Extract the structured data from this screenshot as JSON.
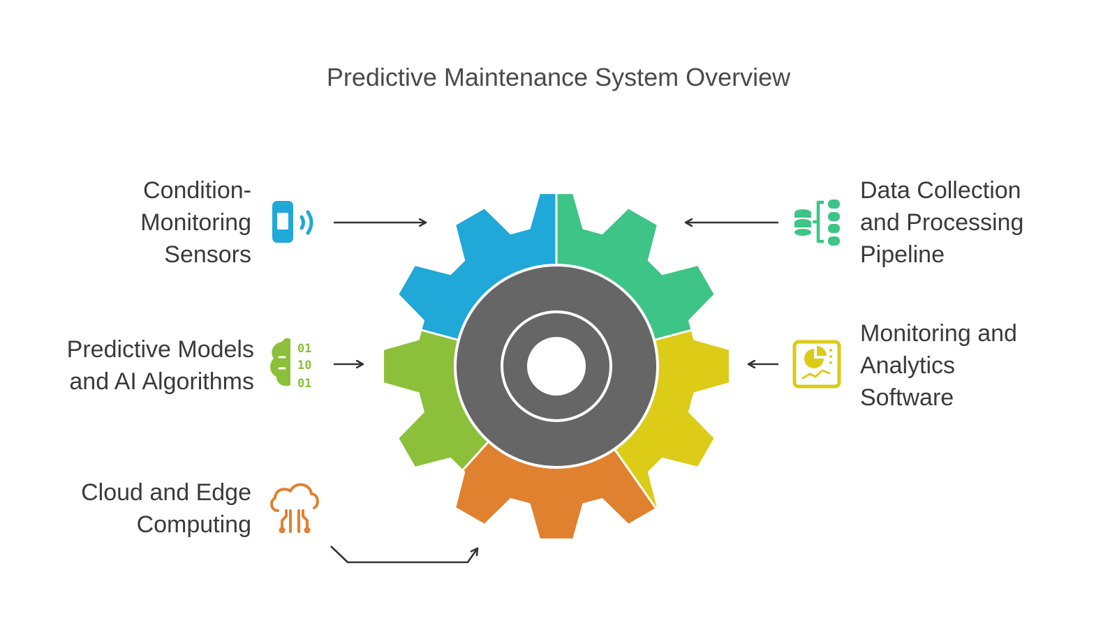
{
  "title": "Predictive Maintenance System Overview",
  "items": [
    {
      "id": "sensors",
      "lines": [
        "Condition-",
        "Monitoring",
        "Sensors"
      ],
      "color": "#1fa8d8",
      "icon": "smartwatch-signal-icon"
    },
    {
      "id": "pipeline",
      "lines": [
        "Data Collection",
        "and Processing",
        "Pipeline"
      ],
      "color": "#3ec486",
      "icon": "database-pipeline-icon"
    },
    {
      "id": "models",
      "lines": [
        "Predictive Models",
        "and AI Algorithms"
      ],
      "color": "#8cbf3a",
      "icon": "brain-binary-icon"
    },
    {
      "id": "software",
      "lines": [
        "Monitoring and",
        "Analytics",
        "Software"
      ],
      "color": "#dccb17",
      "icon": "analytics-dashboard-icon"
    },
    {
      "id": "cloud",
      "lines": [
        "Cloud and Edge",
        "Computing"
      ],
      "color": "#e0812f",
      "icon": "cloud-circuit-icon"
    }
  ],
  "colors": {
    "hub": "#666666",
    "arrow": "#333333",
    "text": "#3a3a3a"
  }
}
